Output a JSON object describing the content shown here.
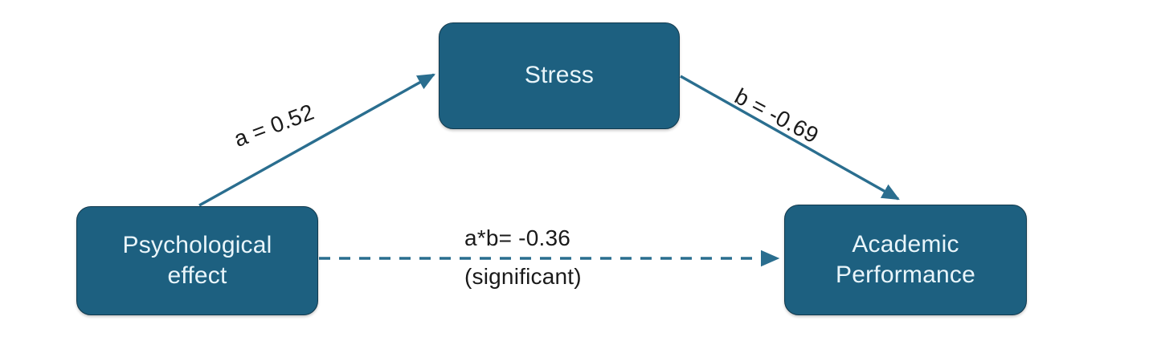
{
  "diagram": {
    "type": "mediation-model",
    "title": "",
    "background_color": "#ffffff",
    "node_fill_color": "#1d6080",
    "node_border_color": "#11394d",
    "node_text_color": "#e9f5fa",
    "edge_color": "#2a6e8f",
    "edge_label_color": "#1a1a1a",
    "nodes": [
      {
        "id": "psychological",
        "label": "Psychological\neffect",
        "role": "independent-variable"
      },
      {
        "id": "stress",
        "label": "Stress",
        "role": "mediator"
      },
      {
        "id": "academic",
        "label": "Academic\nPerformance",
        "role": "dependent-variable"
      }
    ],
    "edges": [
      {
        "id": "path-a",
        "from": "psychological",
        "to": "stress",
        "label": "a = 0.52",
        "coefficient": 0.52,
        "style": "solid",
        "arrow": "end"
      },
      {
        "id": "path-b",
        "from": "stress",
        "to": "academic",
        "label": "b = -0.69",
        "coefficient": -0.69,
        "style": "solid",
        "arrow": "end"
      },
      {
        "id": "path-indirect",
        "from": "psychological",
        "to": "academic",
        "label_line1": "a*b= -0.36",
        "label_line2": "(significant)",
        "coefficient": -0.36,
        "style": "dashed",
        "arrow": "end"
      }
    ]
  }
}
